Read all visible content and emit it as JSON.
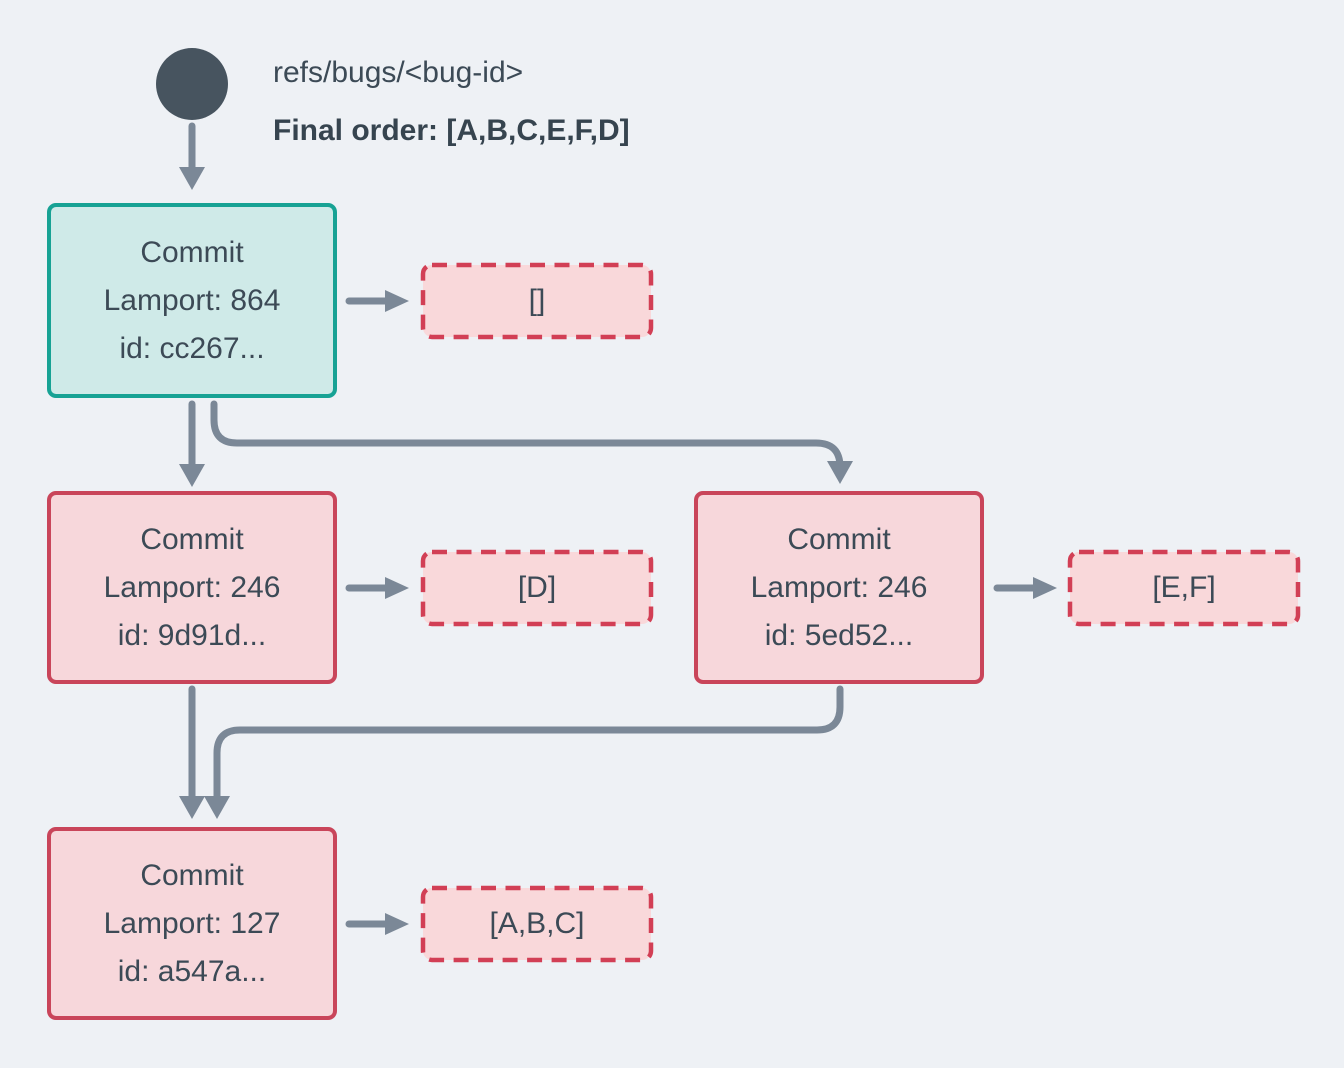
{
  "header": {
    "ref_label": "refs/bugs/<bug-id>",
    "final_order": "Final order: [A,B,C,E,F,D]"
  },
  "commits": [
    {
      "title": "Commit",
      "lamport": "Lamport: 864",
      "id": "id: cc267...",
      "style": "head",
      "operations": "[]"
    },
    {
      "title": "Commit",
      "lamport": "Lamport: 246",
      "id": "id: 9d91d...",
      "style": "regular",
      "operations": "[D]"
    },
    {
      "title": "Commit",
      "lamport": "Lamport: 246",
      "id": "id: 5ed52...",
      "style": "regular",
      "operations": "[E,F]"
    },
    {
      "title": "Commit",
      "lamport": "Lamport: 127",
      "id": "id: a547a...",
      "style": "regular",
      "operations": "[A,B,C]"
    }
  ],
  "colors": {
    "background": "#eef1f5",
    "ref_dot": "#47545f",
    "arrow": "#7b8897",
    "head_commit_border": "#17a294",
    "head_commit_fill": "#cfeae8",
    "commit_border": "#c9455a",
    "commit_fill": "#f7d7db",
    "operations_border": "#d23f55",
    "operations_fill": "#f9d8da",
    "text": "#3c4a56"
  }
}
